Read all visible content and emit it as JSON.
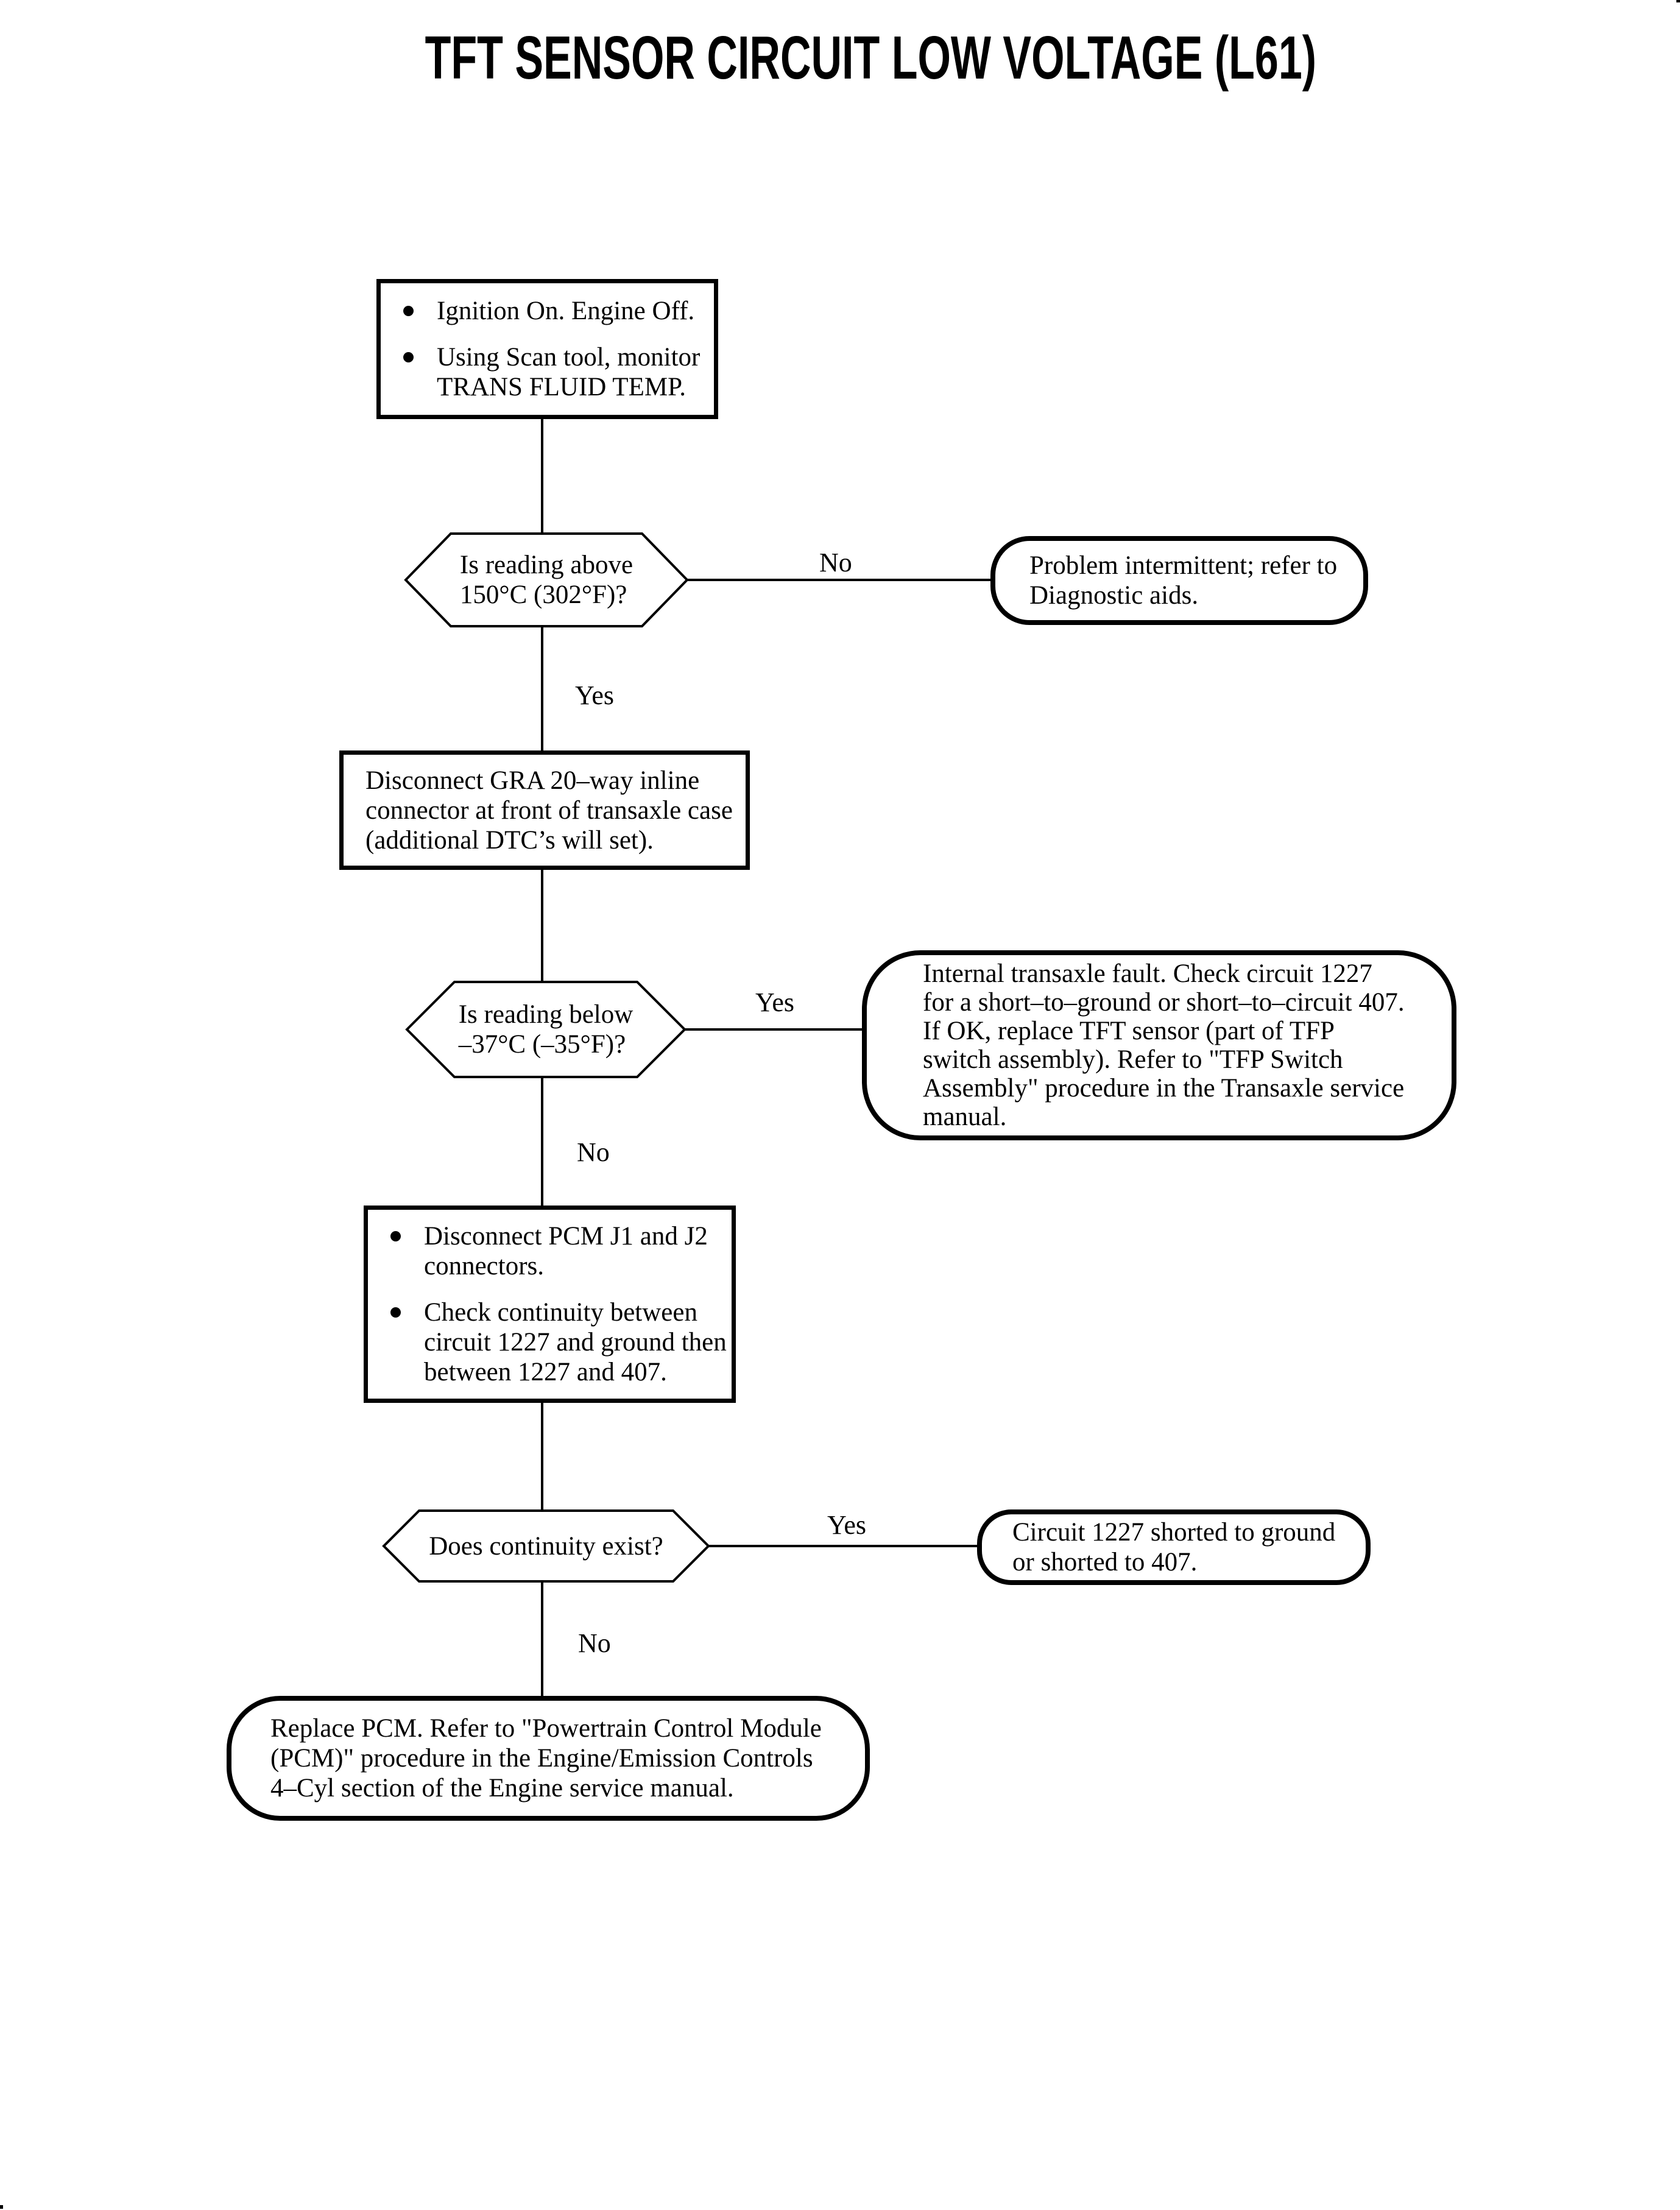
{
  "page": {
    "title": "TFT SENSOR CIRCUIT LOW VOLTAGE (L61)",
    "background": "#ffffff",
    "ink": "#000000"
  },
  "icons": {
    "bullet": "●"
  },
  "nodes": {
    "start": {
      "type": "process",
      "items": [
        {
          "lines": [
            "Ignition On. Engine Off."
          ]
        },
        {
          "lines": [
            "Using Scan tool, monitor",
            "TRANS FLUID TEMP."
          ]
        }
      ]
    },
    "q_above": {
      "type": "decision",
      "lines": [
        "Is reading above",
        "150°C (302°F)?"
      ]
    },
    "t_intermittent": {
      "type": "terminal",
      "lines": [
        "Problem intermittent; refer to",
        "Diagnostic aids."
      ]
    },
    "p_disconnect_gra": {
      "type": "process",
      "lines": [
        "Disconnect GRA 20–way inline",
        "connector at front of transaxle case",
        "(additional DTC’s will set)."
      ]
    },
    "q_below": {
      "type": "decision",
      "lines": [
        "Is reading below",
        "–37°C (–35°F)?"
      ]
    },
    "t_internal_fault": {
      "type": "terminal",
      "lines": [
        "Internal transaxle fault. Check circuit 1227",
        "for a short–to–ground or short–to–circuit 407.",
        "If OK, replace TFT sensor (part of TFP",
        "switch assembly). Refer to \"TFP Switch",
        "Assembly\" procedure in the Transaxle service",
        "manual."
      ]
    },
    "p_disconnect_pcm": {
      "type": "process",
      "items": [
        {
          "lines": [
            "Disconnect PCM J1 and J2",
            "connectors."
          ]
        },
        {
          "lines": [
            "Check continuity between",
            "circuit 1227 and ground then",
            "between 1227 and 407."
          ]
        }
      ]
    },
    "q_continuity": {
      "type": "decision",
      "lines": [
        "Does continuity exist?"
      ]
    },
    "t_shorted": {
      "type": "terminal",
      "lines": [
        "Circuit 1227 shorted to ground",
        "or shorted to 407."
      ]
    },
    "t_replace_pcm": {
      "type": "terminal",
      "lines": [
        "Replace PCM. Refer to \"Powertrain Control Module",
        "(PCM)\" procedure in the Engine/Emission Controls",
        "4–Cyl section of the Engine service manual."
      ]
    }
  },
  "edge_labels": {
    "q_above_no": "No",
    "q_above_yes": "Yes",
    "q_below_yes": "Yes",
    "q_below_no": "No",
    "q_continuity_yes": "Yes",
    "q_continuity_no": "No"
  }
}
